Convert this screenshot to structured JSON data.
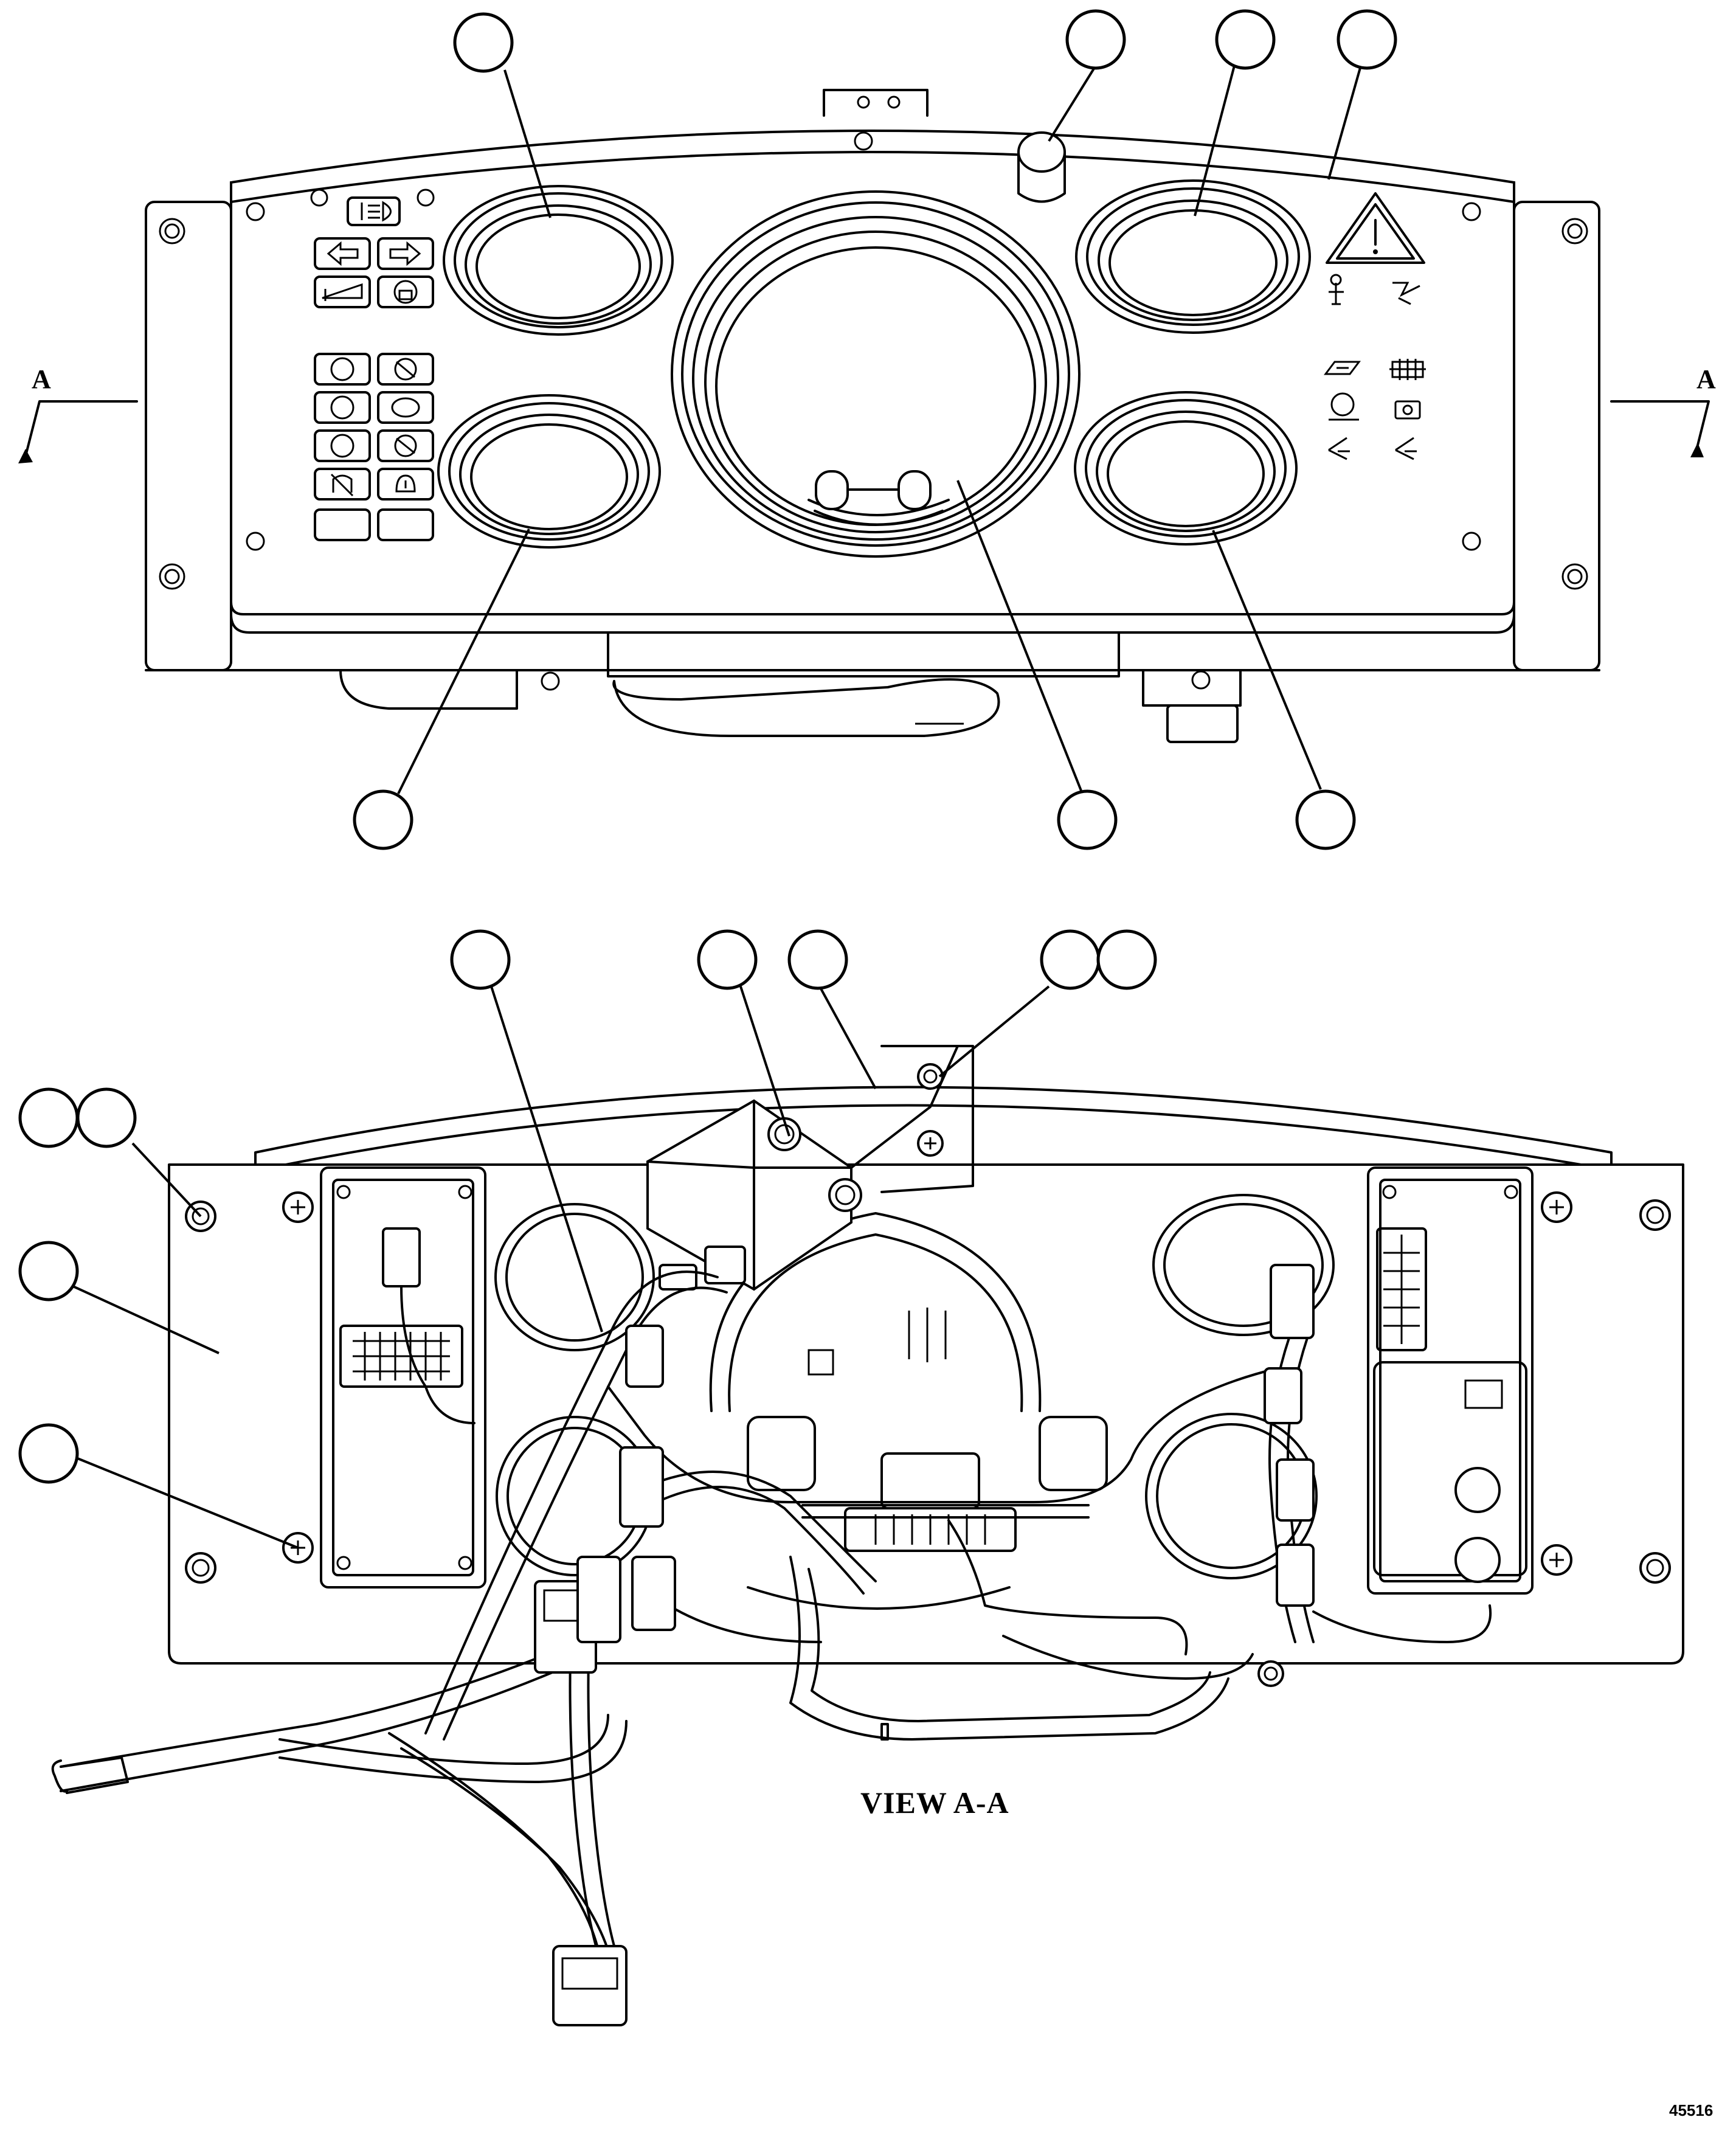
{
  "section_marker": {
    "left_letter": "A",
    "right_letter": "A"
  },
  "view_title": "VIEW A-A",
  "figure_number": "45516",
  "icons": {
    "top_view_left_cluster": [
      "headlight-icon",
      "turn-left-arrow-icon",
      "turn-right-arrow-icon",
      "incline-icon",
      "lock-icon",
      "parking-brake-icon",
      "no-entry-icon",
      "battery-charge-icon",
      "brake-warning-icon",
      "transmission-icon",
      "no-tool-icon",
      "no-operator-icon",
      "temperature-icon"
    ],
    "top_view_right_cluster": [
      "warning-triangle-icon",
      "operator-icon",
      "hydraulic-icon",
      "inspection-icon",
      "grid-icon",
      "traction-control-icon",
      "camera-icon",
      "alarm-left-icon",
      "alarm-right-icon"
    ]
  }
}
